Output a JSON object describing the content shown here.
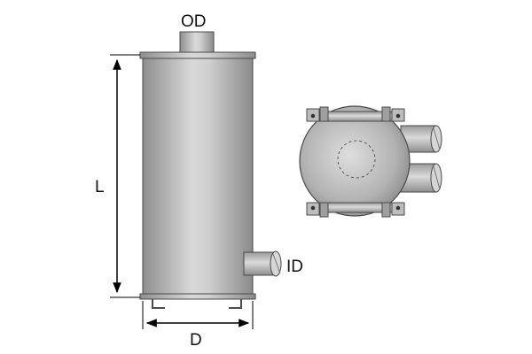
{
  "labels": {
    "outlet_diameter": "OD",
    "length": "L",
    "inlet_diameter": "ID",
    "body_diameter": "D"
  },
  "colors": {
    "metal_dark": "#8c8c8c",
    "metal_mid": "#b4b4b4",
    "metal_light": "#dcdcdc",
    "outline": "#4a4a4a",
    "dimension_line": "#000000"
  }
}
